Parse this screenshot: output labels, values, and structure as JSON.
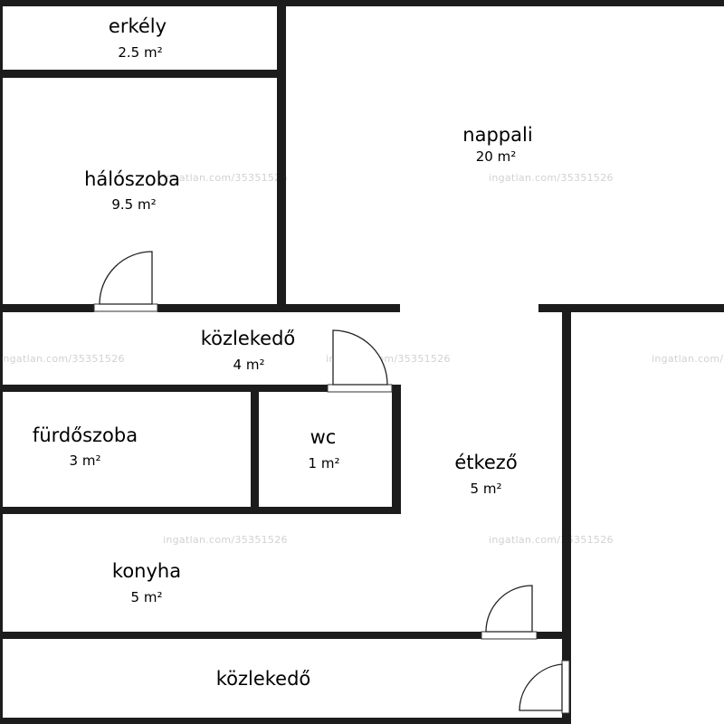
{
  "rooms": [
    {
      "id": "erkely",
      "name": "erkély",
      "area": "2.5 m²"
    },
    {
      "id": "haloszoba",
      "name": "hálószoba",
      "area": "9.5 m²"
    },
    {
      "id": "nappali",
      "name": "nappali",
      "area": "20 m²"
    },
    {
      "id": "kozlekedo-upper",
      "name": "közlekedő",
      "area": "4 m²"
    },
    {
      "id": "furdoszoba",
      "name": "fürdőszoba",
      "area": "3 m²"
    },
    {
      "id": "wc",
      "name": "wc",
      "area": "1 m²"
    },
    {
      "id": "etkezo",
      "name": "étkező",
      "area": "5 m²"
    },
    {
      "id": "konyha",
      "name": "konyha",
      "area": "5 m²"
    },
    {
      "id": "kozlekedo-lower",
      "name": "közlekedő",
      "area": ""
    }
  ],
  "watermark": {
    "text_top": "ingatlan.com/35351526",
    "text": "ingatlan.com/35351526"
  },
  "colors": {
    "wall": "#1c1c1c",
    "background": "#ffffff",
    "text": "#1e1e1e",
    "watermark": "#d2d2d2"
  }
}
